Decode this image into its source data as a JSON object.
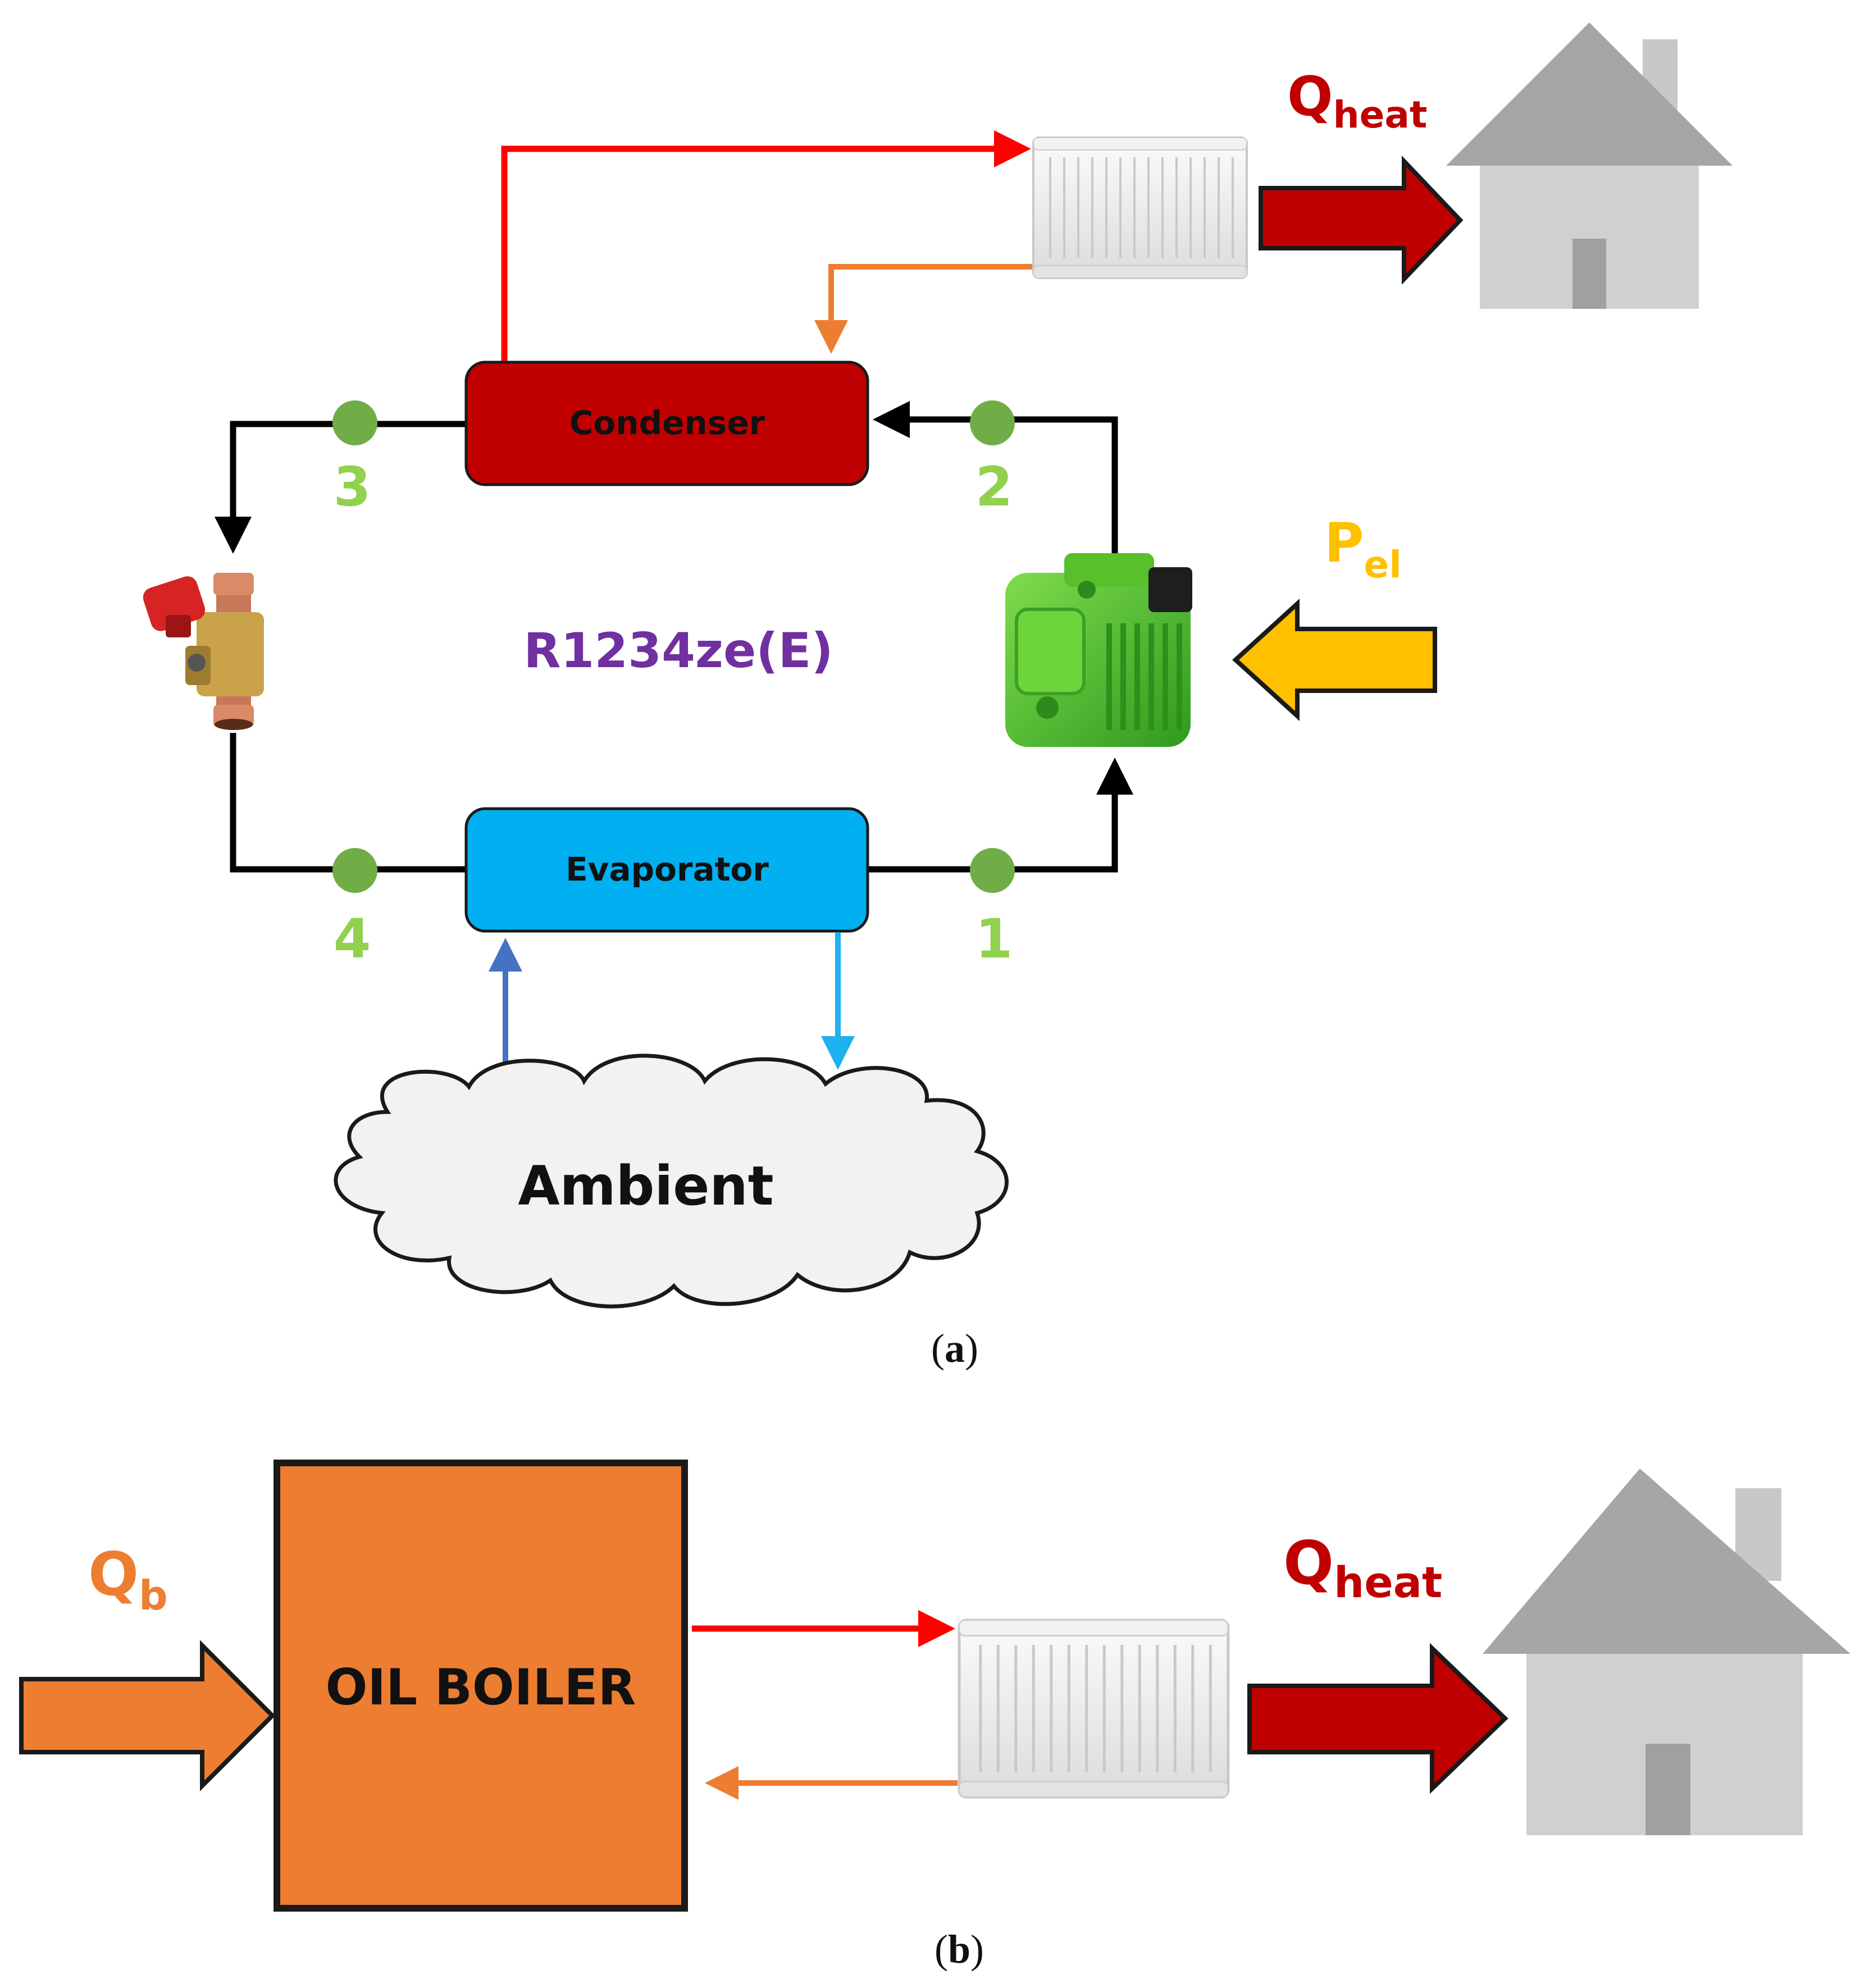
{
  "panel_a": {
    "caption_open": "(",
    "caption_letter": "a",
    "caption_close": ")",
    "condenser_label": "Condenser",
    "evaporator_label": "Evaporator",
    "refrigerant_label": "R1234ze(E)",
    "ambient_label": "Ambient",
    "state_points": [
      "1",
      "2",
      "3",
      "4"
    ],
    "q_heat": {
      "main": "Q",
      "sub": "heat"
    },
    "p_el": {
      "main": "P",
      "sub": "el"
    }
  },
  "panel_b": {
    "caption_open": "(",
    "caption_letter": "b",
    "caption_close": ")",
    "boiler_label": "OIL BOILER",
    "q_b": {
      "main": "Q",
      "sub": "b"
    },
    "q_heat": {
      "main": "Q",
      "sub": "heat"
    }
  },
  "colors": {
    "condenser": "#c00000",
    "evaporator": "#00b0f0",
    "state_point": "#70ad47",
    "state_label": "#92d050",
    "hot_pipe": "#ff0000",
    "return_pipe": "#ed7d31",
    "q_heat_arrow": "#c00000",
    "p_el_arrow": "#ffc000",
    "boiler": "#ed7d31",
    "refrigerant_text": "#7030a0",
    "house_roof": "#a6a6a6",
    "house_wall": "#d0d0d0",
    "compressor": "#5ec82e",
    "cloud": "#f2f2f2"
  }
}
